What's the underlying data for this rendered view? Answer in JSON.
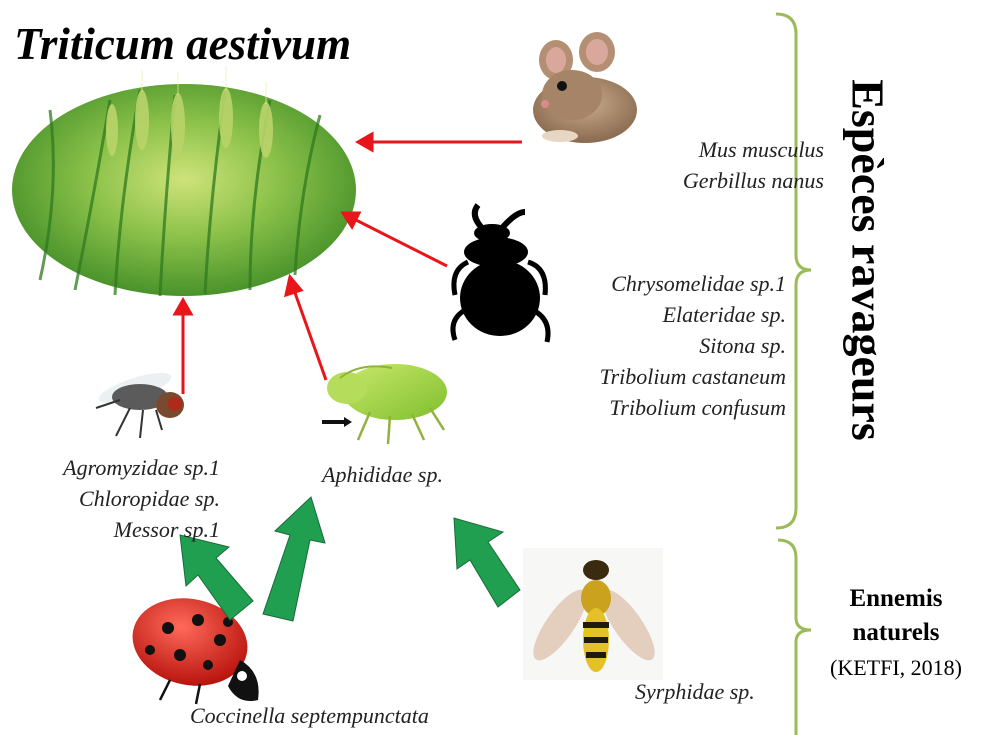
{
  "title": "Triticum aestivum",
  "groups": {
    "ravageurs": "Espèces ravageurs",
    "ennemis": [
      "Ennemis",
      "naturels"
    ],
    "citation": "(KETFI, 2018)"
  },
  "labels": {
    "rodents": [
      "Mus musculus",
      "Gerbillus nanus"
    ],
    "beetles": [
      "Chrysomelidae sp.1",
      "Elateridae sp.",
      "Sitona sp.",
      "Tribolium castaneum",
      "Tribolium confusum"
    ],
    "flies": [
      "Agromyzidae sp.1",
      "Chloropidae sp.",
      "Messor sp.1"
    ],
    "aphid": "Aphididae sp.",
    "ladybug": "Coccinella septempunctata",
    "hoverfly": "Syrphidae sp."
  },
  "colors": {
    "pest_arrow": "#e8161b",
    "predator_arrow": "#1f9f4f",
    "bracket": "#9bbb59",
    "wheat": "#6fb23a"
  }
}
